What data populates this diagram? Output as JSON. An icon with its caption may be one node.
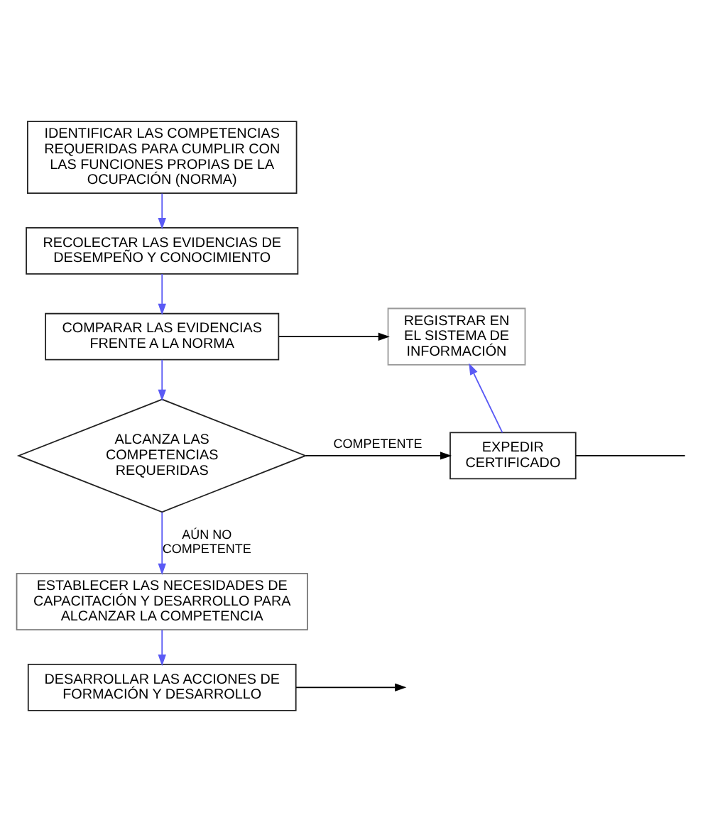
{
  "diagram": {
    "nodes": [
      {
        "text": [
          "IDENTIFICAR LAS COMPETENCIAS REQUERIDAS PARA CUMPLIR CON LAS FUNCIONES PROPIAS DE LA OCUPACIÓN (NORMA)"
        ]
      },
      {
        "text": [
          "RECOLECTAR LAS EVIDENCIAS DE DESEMPEÑO Y CONOCIMIENTO"
        ]
      },
      {
        "text": [
          "COMPARAR LAS EVIDENCIAS FRENTE A LA NORMA"
        ]
      },
      {
        "text": [
          "REGISTRAR EN EL SISTEMA DE INFORMACIÓN"
        ]
      },
      {
        "text": [
          "ALCANZA LAS COMPETENCIAS REQUERIDAS"
        ]
      },
      {
        "text": [
          "EXPEDIR CERTIFICADO"
        ]
      },
      {
        "text": [
          "ESTABLECER LAS NECESIDADES DE CAPACITACIÓN Y DESARROLLO PARA ALCANZAR LA COMPETENCIA"
        ]
      },
      {
        "text": [
          "DESARROLLAR LAS ACCIONES DE FORMACIÓN Y DESARROLLO"
        ]
      }
    ],
    "edges": [
      {
        "from": 0,
        "to": 1,
        "arrow": "to"
      },
      {
        "from": 1,
        "to": 2,
        "arrow": "to"
      },
      {
        "from": 2,
        "to": 3,
        "arrow": "to",
        "color": "#000000"
      },
      {
        "from": 2,
        "to": 4,
        "arrow": "to"
      },
      {
        "from": 4,
        "to": 5,
        "arrow": "to",
        "label": "COMPETENTE",
        "color": "#000000"
      },
      {
        "from": 5,
        "to": 3,
        "arrow": "to"
      },
      {
        "from": 5,
        "to": null,
        "arrow": "none",
        "color": "#000000"
      },
      {
        "from": 4,
        "to": 6,
        "arrow": "to",
        "label": "AÚN NO COMPETENTE"
      },
      {
        "from": 6,
        "to": 7,
        "arrow": "to"
      },
      {
        "from": 7,
        "to": null,
        "arrow": "to",
        "color": "#000000"
      }
    ]
  }
}
